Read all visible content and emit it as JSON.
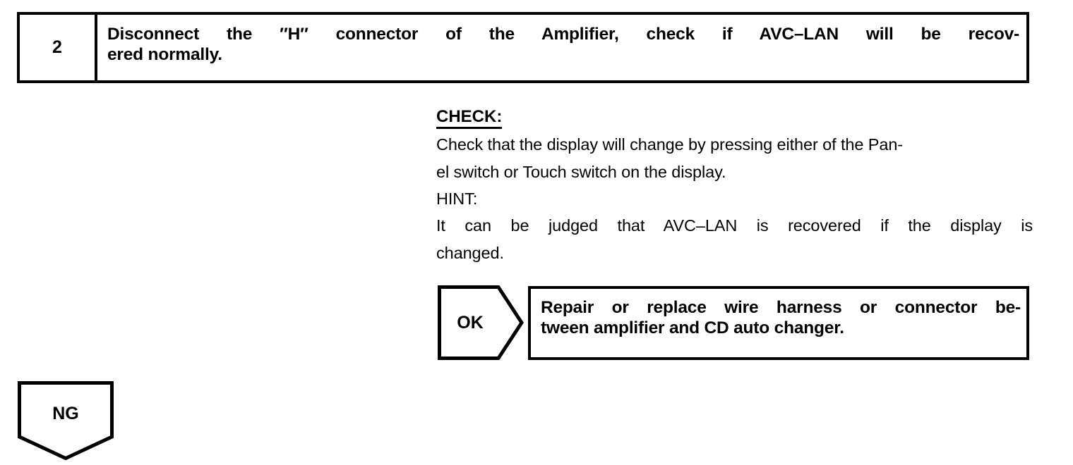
{
  "step": {
    "number": "2",
    "instruction_line1": "Disconnect the ″H″ connector of the Amplifier, check if AVC–LAN will be recov-",
    "instruction_line2": "ered normally.",
    "instruction_full": "Disconnect the ″H″ connector of the Amplifier, check if AVC–LAN will be recovered normally."
  },
  "check": {
    "label": "CHECK:",
    "line1": "Check that the display will change by pressing either of the Pan-",
    "line2": "el switch or Touch switch on the display.",
    "full": "Check that the display will change by pressing either of the Panel switch or Touch switch on the display."
  },
  "hint": {
    "label": "HINT:",
    "line1": "It can be judged that AVC–LAN is recovered if the display is",
    "line2": "changed.",
    "full": "It can be judged that AVC–LAN is recovered if the display is changed."
  },
  "ok_branch": {
    "marker": "OK",
    "result_line1": "Repair or replace wire harness or connector be-",
    "result_line2": "tween amplifier and CD auto changer.",
    "result_full": "Repair or replace wire harness or connector between amplifier and CD auto changer."
  },
  "ng_branch": {
    "marker": "NG"
  },
  "colors": {
    "ink": "#000000",
    "paper": "#ffffff"
  }
}
